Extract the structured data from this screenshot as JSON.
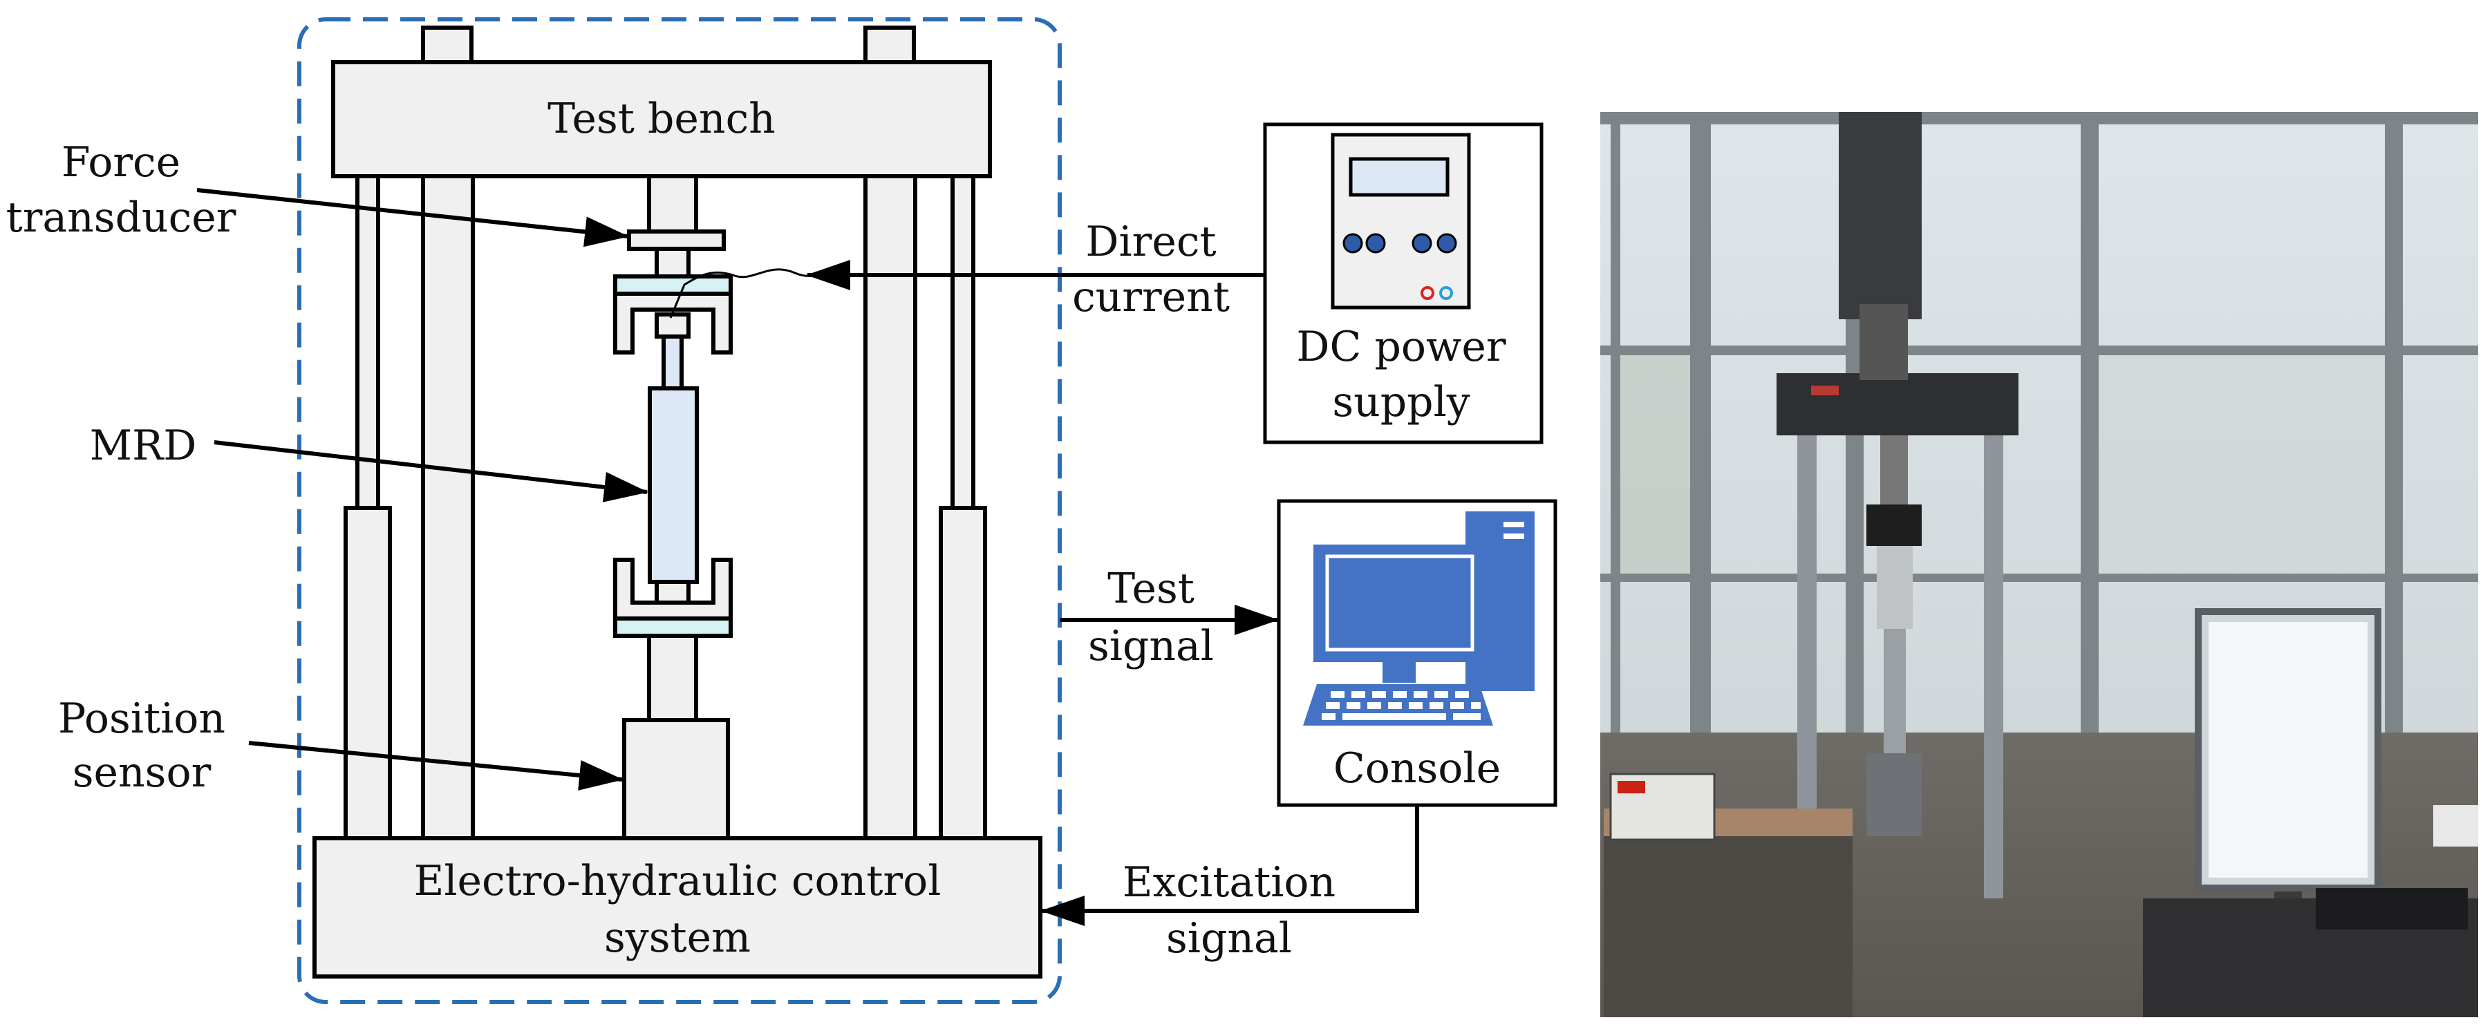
{
  "labels": {
    "test_bench": "Test bench",
    "force_transducer_1": "Force",
    "force_transducer_2": "transducer",
    "mrd": "MRD",
    "position_sensor_1": "Position",
    "position_sensor_2": "sensor",
    "control_system_1": "Electro-hydraulic control",
    "control_system_2": "system",
    "direct_current_1": "Direct",
    "direct_current_2": "current",
    "dc_power_1": "DC power",
    "dc_power_2": "supply",
    "test_signal_1": "Test",
    "test_signal_2": "signal",
    "console": "Console",
    "excitation_signal_1": "Excitation",
    "excitation_signal_2": "signal"
  },
  "colors": {
    "stroke": "#000000",
    "frame_fill": "#f0f0f0",
    "dashed_border": "#2a6fb5",
    "fixture_fill": "#d6f2f4",
    "damper_fill": "#dce8f5",
    "monitor_blue": "#4472c4",
    "knob_blue": "#2f5aa8"
  },
  "icons": [
    "dc-power-supply-icon",
    "computer-console-icon"
  ]
}
